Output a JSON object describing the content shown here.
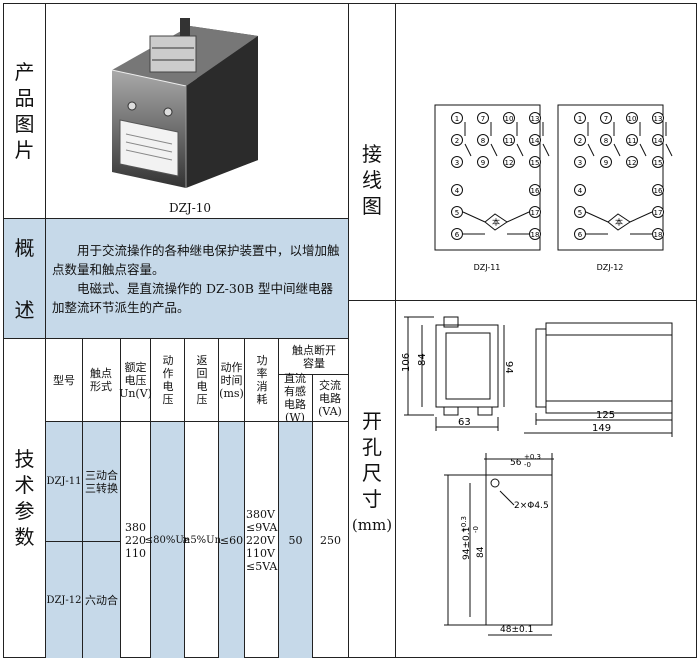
{
  "product": {
    "label_chars": [
      "产",
      "品",
      "图",
      "片"
    ],
    "model_caption": "DZJ-10"
  },
  "overview": {
    "label_chars": [
      "概",
      "述"
    ],
    "para1": "用于交流操作的各种继电保护装置中，以增加触点数量和触点容量。",
    "para2": "电磁式、是直流操作的 DZ-30B 型中间继电器加整流环节派生的产品。"
  },
  "params": {
    "label_chars": [
      "技",
      "术",
      "参",
      "数"
    ],
    "headers": {
      "model": "型号",
      "contact_form": "触点形式",
      "rated_voltage": "额定电压Un(V)",
      "pickup_voltage": "动作电压",
      "release_voltage": "返回电压",
      "action_time": "动作时间(ms)",
      "power": "功率消耗",
      "capacity_group": "触点断开容量",
      "dc_capacity": "直流有感电路(W)",
      "ac_capacity": "交流电路(VA)"
    },
    "rows": [
      {
        "model": "DZJ-11",
        "contact_form": "三动合三转换"
      },
      {
        "model": "DZJ-12",
        "contact_form": "六动合"
      }
    ],
    "shared": {
      "rated_voltage": [
        "380",
        "220",
        "110"
      ],
      "pickup_voltage": "≤80%Un",
      "release_voltage": "≥5%Un",
      "action_time": "≤60",
      "power": [
        "380V",
        "≤9VA",
        "220V",
        "110V",
        "≤5VA"
      ],
      "dc_capacity": "50",
      "ac_capacity": "250"
    }
  },
  "wiring": {
    "label_chars": [
      "接",
      "线",
      "图"
    ],
    "diagram_left_caption": "DZJ-11",
    "diagram_right_caption": "DZJ-12",
    "left_terminals": [
      "1",
      "7",
      "10",
      "13",
      "2",
      "8",
      "11",
      "14",
      "3",
      "9",
      "12",
      "15",
      "4",
      "16",
      "5",
      "17",
      "6",
      "18"
    ],
    "right_terminals": [
      "1",
      "7",
      "10",
      "13",
      "2",
      "8",
      "11",
      "14",
      "3",
      "9",
      "12",
      "15",
      "4",
      "16",
      "5",
      "17",
      "6",
      "18"
    ],
    "center_symbol": "本"
  },
  "cutout": {
    "label_chars": [
      "开",
      "孔",
      "尺",
      "寸"
    ],
    "unit": "(mm)"
  },
  "dimensions": {
    "front_height_outer": "106",
    "front_height_inner": "84",
    "front_height_right": "94",
    "front_width": "63",
    "side_depth_inner": "125",
    "side_depth_outer": "149",
    "hole_top": "56",
    "hole_top_tol_upper": "+0.3",
    "hole_top_tol_lower": "-0",
    "hole_dia": "2×Φ4.5",
    "hole_height_outer": "94±0.1",
    "hole_height_inner": "84",
    "hole_height_inner_tol_upper": "+0.3",
    "hole_height_inner_tol_lower": "-0",
    "hole_bottom": "48±0.1"
  }
}
